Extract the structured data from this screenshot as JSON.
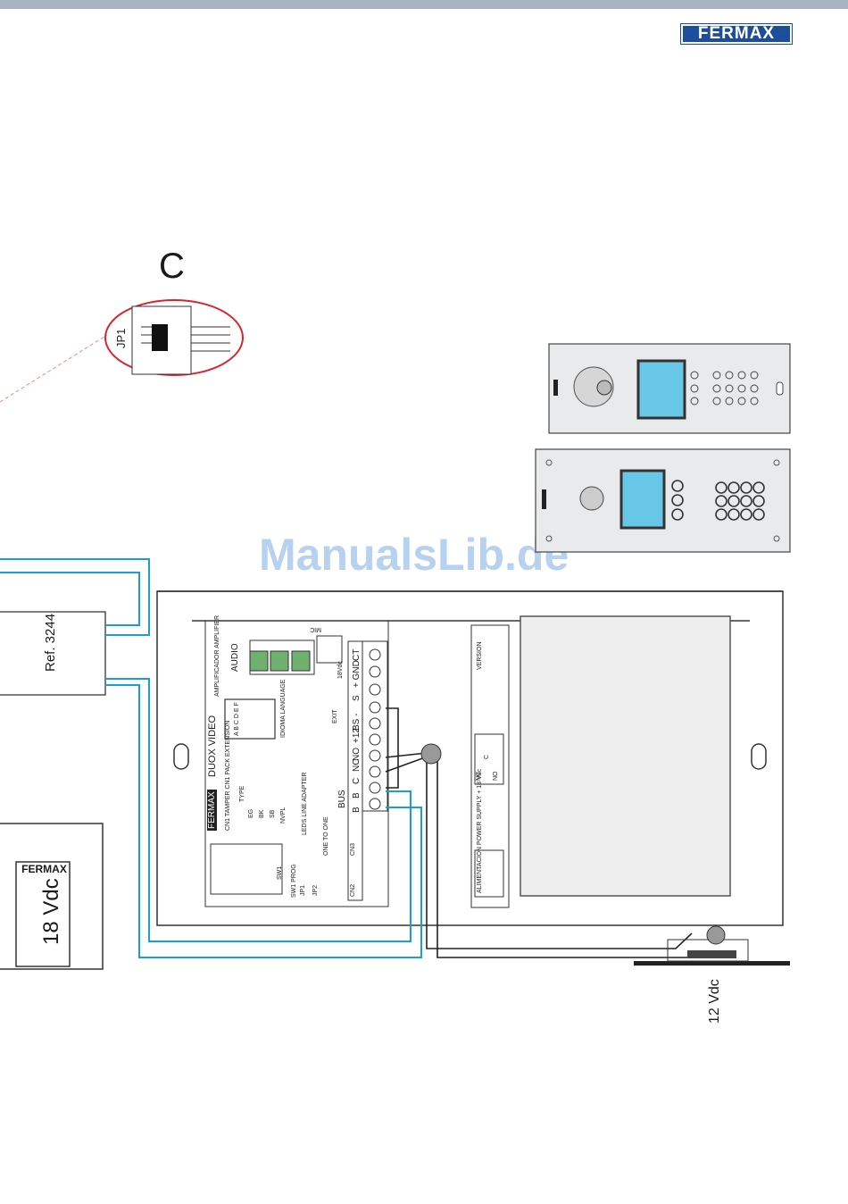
{
  "brand": {
    "logo_text": "FERMAX"
  },
  "watermark": "ManualsLib.de",
  "jumper_detail": {
    "position_letter": "C",
    "jumper_label": "JP1"
  },
  "power_supply": {
    "brand": "FERMAX",
    "voltage": "18 Vdc"
  },
  "module": {
    "ref": "Ref. 3244"
  },
  "lock": {
    "voltage": "12 Vdc"
  },
  "board": {
    "title": "DUOX VIDEO",
    "brand": "FERMAX",
    "audio_label": "AUDIO",
    "amplifier_label": "AMPLIFICADOR AMPLIFIER",
    "idioma_label": "IDIOMA LANGUAGE",
    "pot_letters": "A B C D E F",
    "mic_label": "MIC",
    "exit_label": "EXIT",
    "v18_label": "18Vdc",
    "bus_label": "BUS",
    "one_to_one": "ONE TO ONE",
    "cn3_label": "CN3",
    "cn2_label": "CN2",
    "cn1_label": "CN1 TAMPER CN1 PACK EXTENSION",
    "leds_label": "LEDS LINE ADAPTER",
    "sw1_label": "SW1 PROG",
    "sw1_short": "SW1",
    "jp1_label": "JP1",
    "jp2_label": "JP2",
    "version_label": "VERSION",
    "power_box_label": "ALIMENTACION POWER SUPPLY + 18 Vdc",
    "relay_labels": {
      "nc": "NC",
      "c": "C",
      "no": "NO"
    },
    "terminal_labels": [
      "CT",
      "+ GND",
      "S",
      "BS -",
      "+12",
      "NO",
      "NC",
      "C",
      "B",
      "B"
    ],
    "dip_items": [
      "TYPE",
      "EG",
      "BK",
      "SB",
      "NVPL"
    ]
  }
}
